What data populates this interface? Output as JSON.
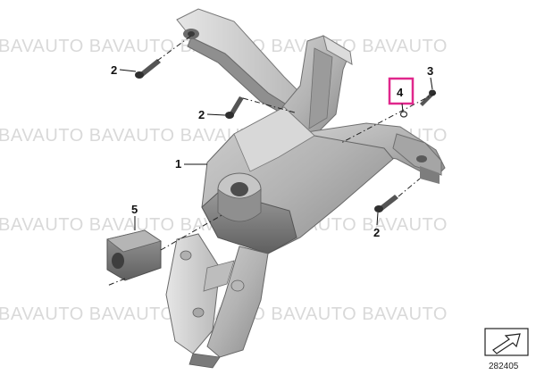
{
  "watermark": {
    "text": "BAVAUTO BAVAUTO BAVAUTO BAVAUTO BAVAUTO"
  },
  "callouts": {
    "c1": "1",
    "c2a": "2",
    "c2b": "2",
    "c2c": "2",
    "c3": "3",
    "c4": "4",
    "c5": "5"
  },
  "diagram_number": "282405",
  "colors": {
    "highlight": "#e0278c",
    "part_fill": "#a8a8a8",
    "part_dark": "#6e6e6e",
    "part_light": "#d6d6d6"
  },
  "icons": {
    "direction": "arrow-box-icon"
  }
}
